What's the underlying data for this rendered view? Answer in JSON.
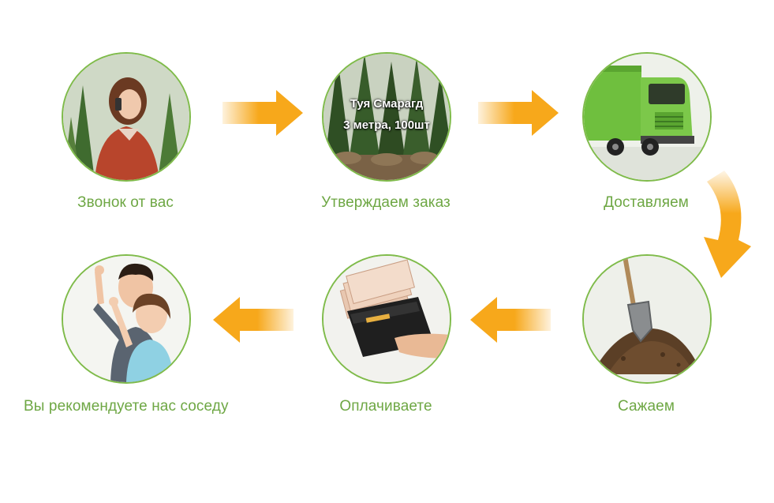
{
  "steps": [
    {
      "label": "Звонок от вас"
    },
    {
      "label": "Утверждаем заказ",
      "overlay_line1": "Туя Смарагд",
      "overlay_line2": "3 метра, 100шт"
    },
    {
      "label": "Доставляем"
    },
    {
      "label": "Сажаем"
    },
    {
      "label": "Оплачиваете"
    },
    {
      "label": "Вы рекомендуете нас соседу"
    }
  ],
  "colors": {
    "accent_green": "#6ea744",
    "ring_green": "#7fbb4a",
    "arrow_orange": "#f7a81b"
  }
}
